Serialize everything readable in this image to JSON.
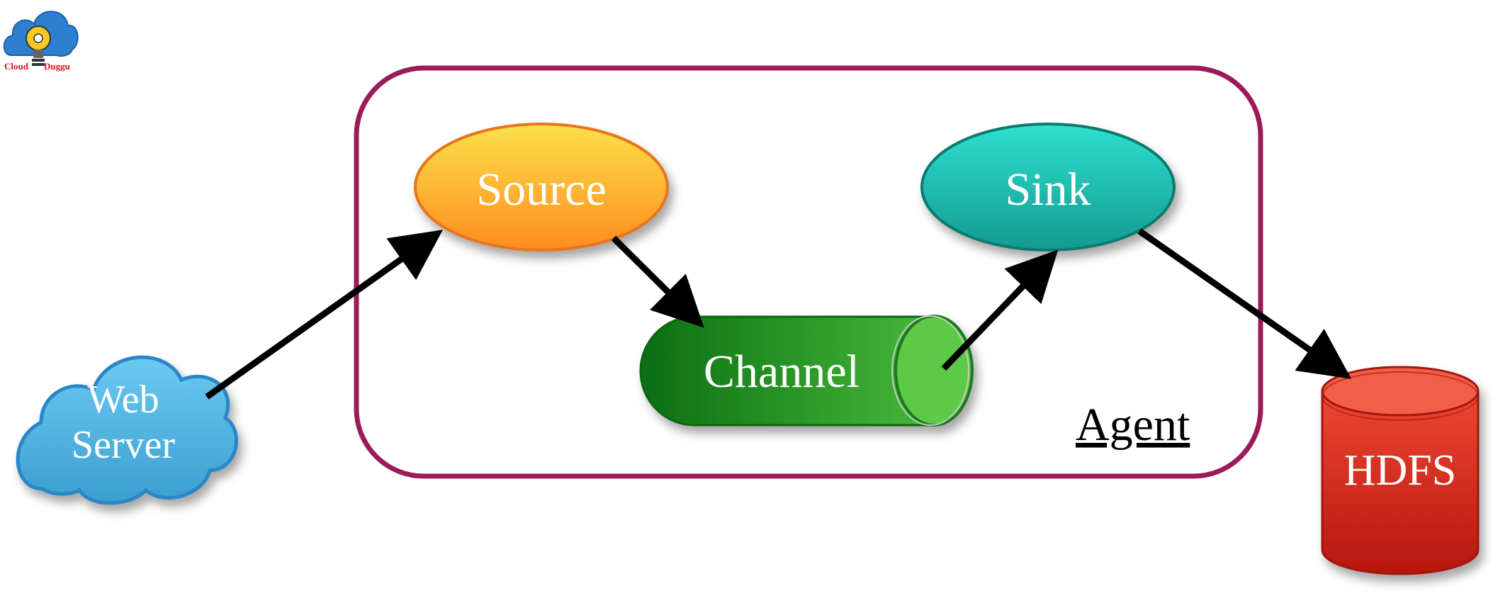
{
  "logo": {
    "left_text": "Cloud",
    "right_text": "Duggu"
  },
  "diagram": {
    "web_server": {
      "line1": "Web",
      "line2": "Server"
    },
    "agent_label": "Agent",
    "source_label": "Source",
    "channel_label": "Channel",
    "sink_label": "Sink",
    "hdfs_label": "HDFS"
  },
  "colors": {
    "agent_border": "#9b1b5a",
    "source": "#ffa62e",
    "sink": "#1fb3a8",
    "channel": "#2e9e2a",
    "hdfs": "#d9281d",
    "cloud": "#4fb3e0",
    "arrow": "#000000"
  }
}
